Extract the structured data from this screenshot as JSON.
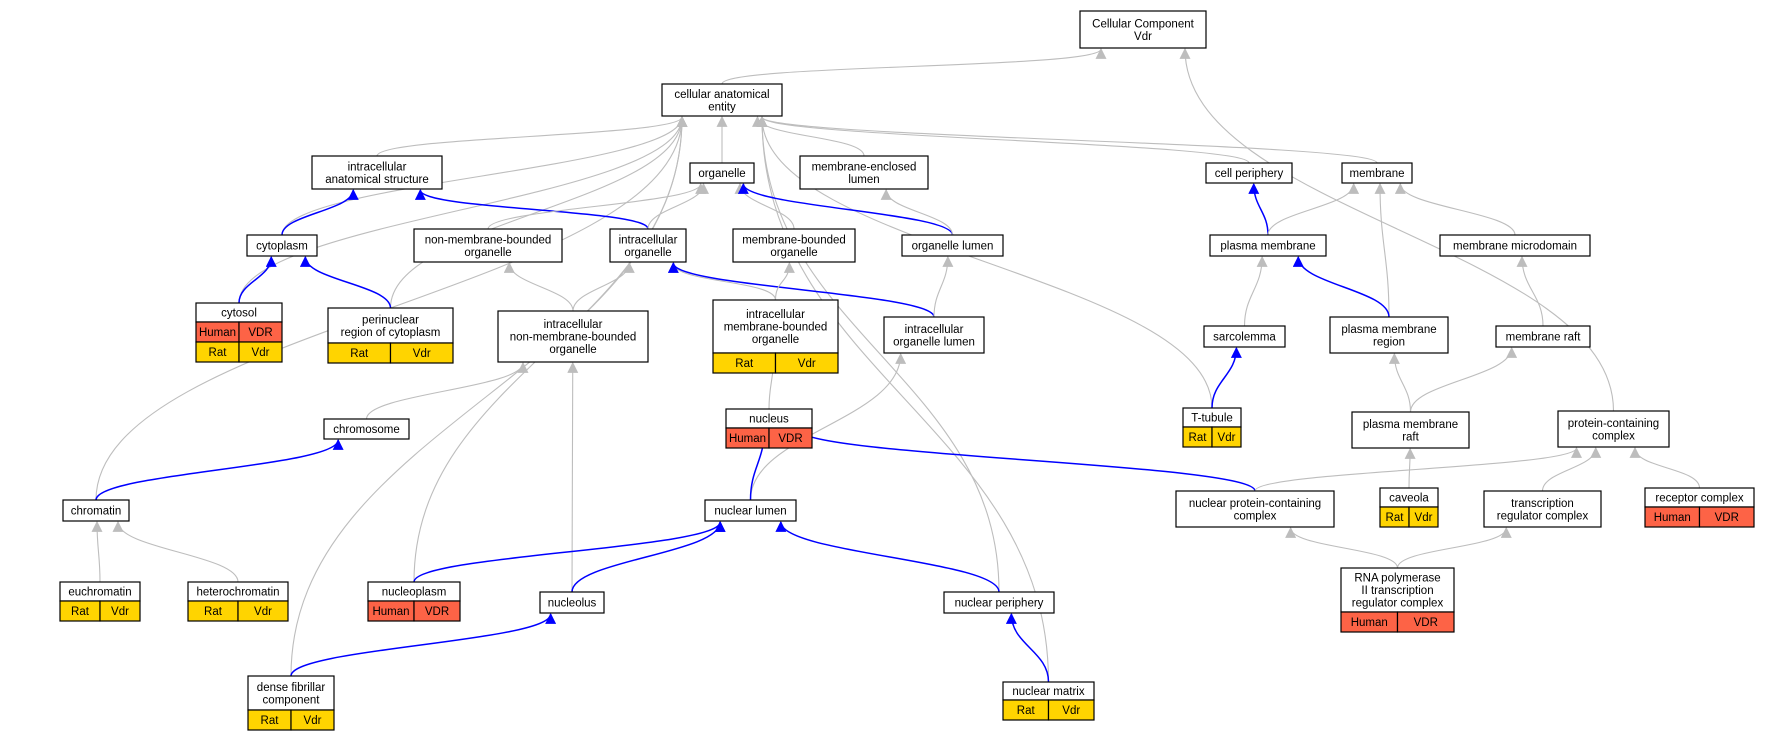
{
  "colors": {
    "gray_edge": "#bdbdbd",
    "blue_edge": "#0000ff",
    "human": "#fd6346",
    "rat": "#ffd400",
    "border": "#000000"
  },
  "nodes": {
    "cc": {
      "lines": [
        "Cellular Component",
        "Vdr"
      ]
    },
    "cae": {
      "lines": [
        "cellular anatomical",
        "entity"
      ]
    },
    "ias": {
      "lines": [
        "intracellular",
        "anatomical structure"
      ]
    },
    "org": {
      "lines": [
        "organelle"
      ]
    },
    "mel": {
      "lines": [
        "membrane-enclosed",
        "lumen"
      ]
    },
    "cp": {
      "lines": [
        "cell periphery"
      ]
    },
    "mem": {
      "lines": [
        "membrane"
      ]
    },
    "cyto": {
      "lines": [
        "cytoplasm"
      ]
    },
    "nmbo": {
      "lines": [
        "non-membrane-bounded",
        "organelle"
      ]
    },
    "io": {
      "lines": [
        "intracellular",
        "organelle"
      ]
    },
    "mbo": {
      "lines": [
        "membrane-bounded",
        "organelle"
      ]
    },
    "ol": {
      "lines": [
        "organelle lumen"
      ]
    },
    "pm": {
      "lines": [
        "plasma membrane"
      ]
    },
    "mmd": {
      "lines": [
        "membrane microdomain"
      ]
    },
    "cytosol": {
      "lines": [
        "cytosol"
      ]
    },
    "prc": {
      "lines": [
        "perinuclear",
        "region of cytoplasm"
      ]
    },
    "inmbo": {
      "lines": [
        "intracellular",
        "non-membrane-bounded",
        "organelle"
      ]
    },
    "imbo": {
      "lines": [
        "intracellular",
        "membrane-bounded",
        "organelle"
      ]
    },
    "iol": {
      "lines": [
        "intracellular",
        "organelle lumen"
      ]
    },
    "sarc": {
      "lines": [
        "sarcolemma"
      ]
    },
    "pmr": {
      "lines": [
        "plasma membrane",
        "region"
      ]
    },
    "mr": {
      "lines": [
        "membrane raft"
      ]
    },
    "ttub": {
      "lines": [
        "T-tubule"
      ]
    },
    "chr": {
      "lines": [
        "chromosome"
      ]
    },
    "nuc": {
      "lines": [
        "nucleus"
      ]
    },
    "pmraft": {
      "lines": [
        "plasma membrane",
        "raft"
      ]
    },
    "pcc": {
      "lines": [
        "protein-containing",
        "complex"
      ]
    },
    "chtn": {
      "lines": [
        "chromatin"
      ]
    },
    "nl": {
      "lines": [
        "nuclear lumen"
      ]
    },
    "npcc": {
      "lines": [
        "nuclear protein-containing",
        "complex"
      ]
    },
    "cav": {
      "lines": [
        "caveola"
      ]
    },
    "trc": {
      "lines": [
        "transcription",
        "regulator complex"
      ]
    },
    "rc": {
      "lines": [
        "receptor complex"
      ]
    },
    "euch": {
      "lines": [
        "euchromatin"
      ]
    },
    "het": {
      "lines": [
        "heterochromatin"
      ]
    },
    "np": {
      "lines": [
        "nucleoplasm"
      ]
    },
    "nuo": {
      "lines": [
        "nucleolus"
      ]
    },
    "nper": {
      "lines": [
        "nuclear periphery"
      ]
    },
    "rnap": {
      "lines": [
        "RNA polymerase",
        "II transcription",
        "regulator complex"
      ]
    },
    "dfc": {
      "lines": [
        "dense fibrillar",
        "component"
      ]
    },
    "nm": {
      "lines": [
        "nuclear matrix"
      ]
    }
  },
  "annotations": {
    "cytosol": [
      {
        "species": "Human",
        "gene": "VDR"
      },
      {
        "species": "Rat",
        "gene": "Vdr"
      }
    ],
    "prc": [
      {
        "species": "Rat",
        "gene": "Vdr"
      }
    ],
    "imbo": [
      {
        "species": "Rat",
        "gene": "Vdr"
      }
    ],
    "ttub": [
      {
        "species": "Rat",
        "gene": "Vdr"
      }
    ],
    "nuc": [
      {
        "species": "Human",
        "gene": "VDR"
      }
    ],
    "cav": [
      {
        "species": "Rat",
        "gene": "Vdr"
      }
    ],
    "rc": [
      {
        "species": "Human",
        "gene": "VDR"
      }
    ],
    "euch": [
      {
        "species": "Rat",
        "gene": "Vdr"
      }
    ],
    "het": [
      {
        "species": "Rat",
        "gene": "Vdr"
      }
    ],
    "np": [
      {
        "species": "Human",
        "gene": "VDR"
      }
    ],
    "rnap": [
      {
        "species": "Human",
        "gene": "VDR"
      }
    ],
    "dfc": [
      {
        "species": "Rat",
        "gene": "Vdr"
      }
    ],
    "nm": [
      {
        "species": "Rat",
        "gene": "Vdr"
      }
    ]
  },
  "edges": [
    {
      "from": "cae",
      "to": "cc",
      "kind": "is_a"
    },
    {
      "from": "pcc",
      "to": "cc",
      "kind": "is_a"
    },
    {
      "from": "ias",
      "to": "cae",
      "kind": "is_a"
    },
    {
      "from": "org",
      "to": "cae",
      "kind": "is_a"
    },
    {
      "from": "mel",
      "to": "cae",
      "kind": "is_a"
    },
    {
      "from": "cp",
      "to": "cae",
      "kind": "is_a"
    },
    {
      "from": "mem",
      "to": "cae",
      "kind": "is_a"
    },
    {
      "from": "cyto",
      "to": "cae",
      "kind": "is_a"
    },
    {
      "from": "cytosol",
      "to": "cae",
      "kind": "is_a"
    },
    {
      "from": "prc",
      "to": "cae",
      "kind": "is_a"
    },
    {
      "from": "chtn",
      "to": "cae",
      "kind": "is_a"
    },
    {
      "from": "np",
      "to": "cae",
      "kind": "is_a"
    },
    {
      "from": "dfc",
      "to": "cae",
      "kind": "is_a"
    },
    {
      "from": "nper",
      "to": "cae",
      "kind": "is_a"
    },
    {
      "from": "nm",
      "to": "cae",
      "kind": "is_a"
    },
    {
      "from": "ttub",
      "to": "cae",
      "kind": "is_a"
    },
    {
      "from": "cyto",
      "to": "ias",
      "kind": "part_of"
    },
    {
      "from": "io",
      "to": "ias",
      "kind": "part_of"
    },
    {
      "from": "nmbo",
      "to": "org",
      "kind": "is_a"
    },
    {
      "from": "io",
      "to": "org",
      "kind": "is_a"
    },
    {
      "from": "mbo",
      "to": "org",
      "kind": "is_a"
    },
    {
      "from": "ol",
      "to": "org",
      "kind": "part_of"
    },
    {
      "from": "ol",
      "to": "mel",
      "kind": "is_a"
    },
    {
      "from": "pm",
      "to": "cp",
      "kind": "part_of"
    },
    {
      "from": "pm",
      "to": "mem",
      "kind": "is_a"
    },
    {
      "from": "mmd",
      "to": "mem",
      "kind": "is_a"
    },
    {
      "from": "pmr",
      "to": "mem",
      "kind": "is_a"
    },
    {
      "from": "cytosol",
      "to": "cyto",
      "kind": "part_of"
    },
    {
      "from": "prc",
      "to": "cyto",
      "kind": "part_of"
    },
    {
      "from": "inmbo",
      "to": "nmbo",
      "kind": "is_a"
    },
    {
      "from": "inmbo",
      "to": "io",
      "kind": "is_a"
    },
    {
      "from": "imbo",
      "to": "io",
      "kind": "is_a"
    },
    {
      "from": "iol",
      "to": "io",
      "kind": "part_of"
    },
    {
      "from": "imbo",
      "to": "mbo",
      "kind": "is_a"
    },
    {
      "from": "iol",
      "to": "ol",
      "kind": "is_a"
    },
    {
      "from": "sarc",
      "to": "pm",
      "kind": "is_a"
    },
    {
      "from": "pmr",
      "to": "pm",
      "kind": "part_of"
    },
    {
      "from": "mr",
      "to": "mmd",
      "kind": "is_a"
    },
    {
      "from": "ttub",
      "to": "sarc",
      "kind": "part_of"
    },
    {
      "from": "pmraft",
      "to": "pmr",
      "kind": "is_a"
    },
    {
      "from": "pmraft",
      "to": "mr",
      "kind": "is_a"
    },
    {
      "from": "chr",
      "to": "inmbo",
      "kind": "is_a"
    },
    {
      "from": "nuo",
      "to": "inmbo",
      "kind": "is_a"
    },
    {
      "from": "nuc",
      "to": "imbo",
      "kind": "is_a"
    },
    {
      "from": "nl",
      "to": "iol",
      "kind": "is_a"
    },
    {
      "from": "chtn",
      "to": "chr",
      "kind": "part_of"
    },
    {
      "from": "nl",
      "to": "nuc",
      "kind": "part_of"
    },
    {
      "from": "npcc",
      "to": "nuc",
      "kind": "part_of"
    },
    {
      "from": "cav",
      "to": "pmraft",
      "kind": "is_a"
    },
    {
      "from": "npcc",
      "to": "pcc",
      "kind": "is_a"
    },
    {
      "from": "trc",
      "to": "pcc",
      "kind": "is_a"
    },
    {
      "from": "rc",
      "to": "pcc",
      "kind": "is_a"
    },
    {
      "from": "euch",
      "to": "chtn",
      "kind": "is_a"
    },
    {
      "from": "het",
      "to": "chtn",
      "kind": "is_a"
    },
    {
      "from": "np",
      "to": "nl",
      "kind": "part_of"
    },
    {
      "from": "nuo",
      "to": "nl",
      "kind": "part_of"
    },
    {
      "from": "nper",
      "to": "nl",
      "kind": "part_of"
    },
    {
      "from": "rnap",
      "to": "npcc",
      "kind": "is_a"
    },
    {
      "from": "rnap",
      "to": "trc",
      "kind": "is_a"
    },
    {
      "from": "dfc",
      "to": "nuo",
      "kind": "part_of"
    },
    {
      "from": "nm",
      "to": "nper",
      "kind": "part_of"
    }
  ]
}
